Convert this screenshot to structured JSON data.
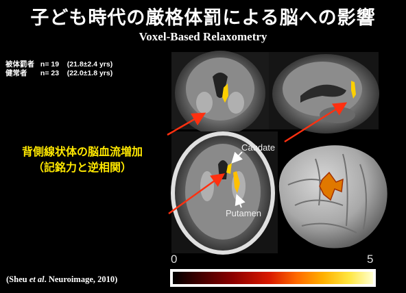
{
  "slide": {
    "title": "子ども時代の厳格体罰による脳への影響",
    "subtitle": "Voxel-Based Relaxometry",
    "groups": [
      {
        "label": "被体罰者",
        "n": "n= 19",
        "age": "(21.8±2.4 yrs)"
      },
      {
        "label": "健常者",
        "n": "n= 23",
        "age": "(22.0±1.8 yrs)"
      }
    ],
    "finding_line1": "背側線状体の脳血流増加",
    "finding_line2": "（記銘力と逆相関）",
    "labels": {
      "caudate": "Caudate",
      "putamen": "Putamen"
    },
    "colorbar": {
      "min_label": "0",
      "max_label": "5"
    },
    "citation": {
      "author": "(Sheu ",
      "etal": "et al",
      "rest": ". Neuroimage, 2010)"
    },
    "colors": {
      "highlight_text": "#ffe800",
      "arrow": "#ff3010",
      "activation": "#ffd000"
    }
  }
}
